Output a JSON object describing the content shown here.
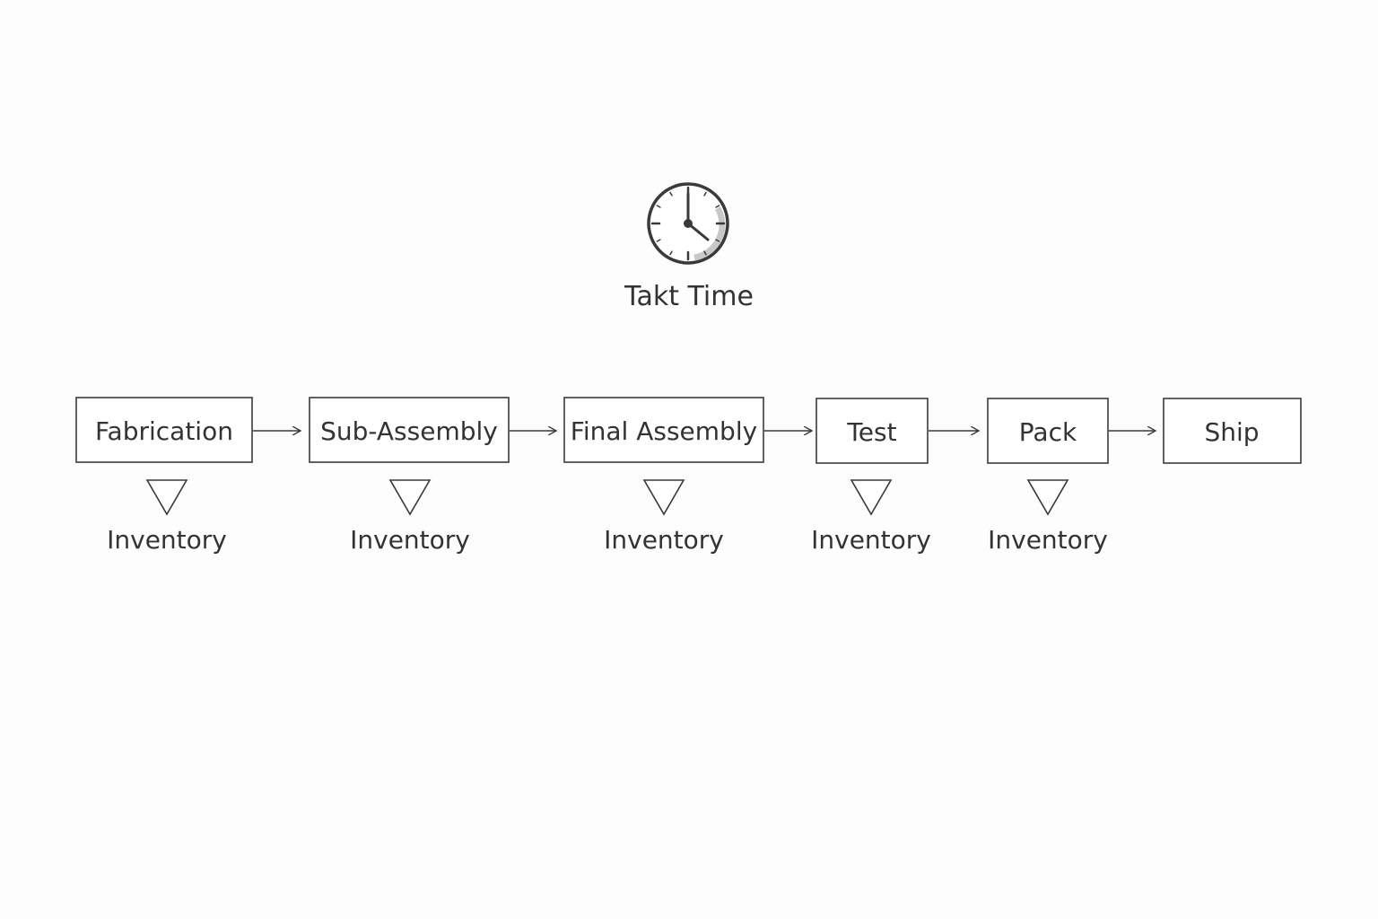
{
  "takt": {
    "label": "Takt Time",
    "icon": "clock-icon"
  },
  "processes": [
    {
      "label": "Fabrication"
    },
    {
      "label": "Sub-Assembly"
    },
    {
      "label": "Final Assembly"
    },
    {
      "label": "Test"
    },
    {
      "label": "Pack"
    },
    {
      "label": "Ship"
    }
  ],
  "inventory": [
    {
      "label": "Inventory"
    },
    {
      "label": "Inventory"
    },
    {
      "label": "Inventory"
    },
    {
      "label": "Inventory"
    },
    {
      "label": "Inventory"
    }
  ],
  "colors": {
    "stroke": "#3a3a3a",
    "text": "#333333",
    "clock_shade": "#c8c8c8"
  }
}
